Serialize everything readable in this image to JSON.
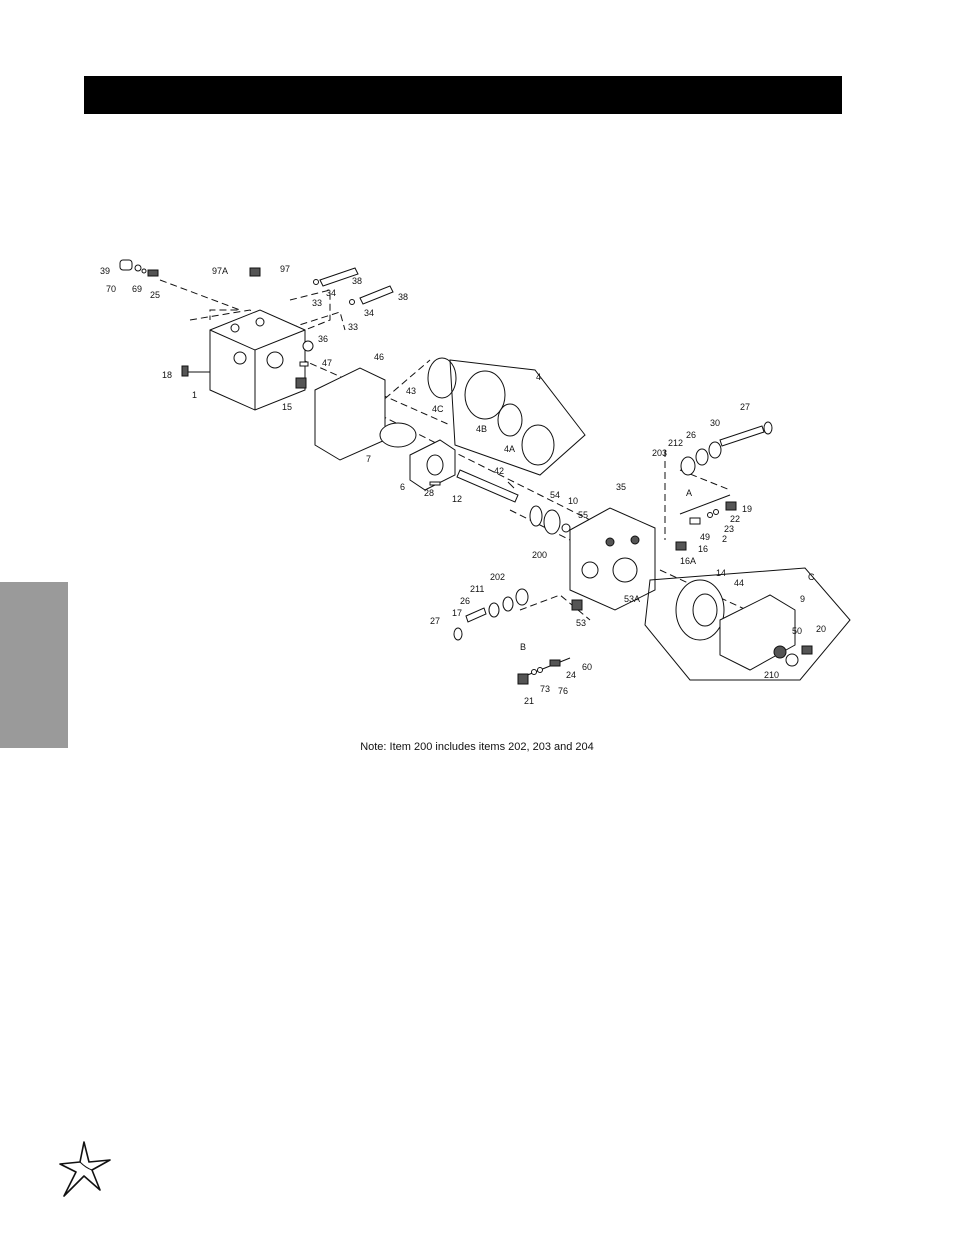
{
  "diagram": {
    "labels": [
      "39",
      "70",
      "69",
      "25",
      "97A",
      "97",
      "38",
      "34",
      "33",
      "38",
      "34",
      "33",
      "36",
      "47",
      "15",
      "1",
      "18",
      "46",
      "43",
      "4",
      "4C",
      "4B",
      "4A",
      "7",
      "6",
      "28",
      "12",
      "42",
      "54",
      "10",
      "55",
      "35",
      "200",
      "202",
      "211",
      "26",
      "17",
      "27",
      "53",
      "53A",
      "27",
      "30",
      "26",
      "212",
      "203",
      "A",
      "19",
      "22",
      "23",
      "2",
      "49",
      "16",
      "16A",
      "14",
      "44",
      "C",
      "9",
      "50",
      "20",
      "210",
      "B",
      "60",
      "24",
      "76",
      "73",
      "21"
    ]
  },
  "note": "Note: Item 200 includes items 202, 203 and 204"
}
